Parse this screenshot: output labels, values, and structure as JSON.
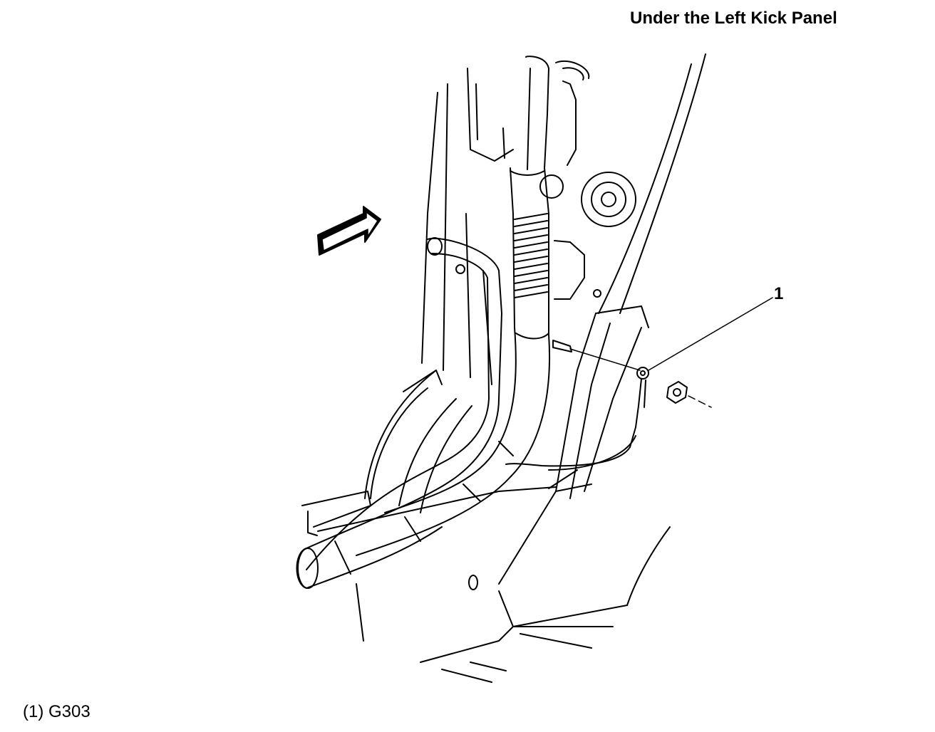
{
  "title": "Under the Left Kick Panel",
  "callouts": [
    {
      "number": "1"
    }
  ],
  "legend": [
    {
      "text": "(1) G303"
    }
  ]
}
